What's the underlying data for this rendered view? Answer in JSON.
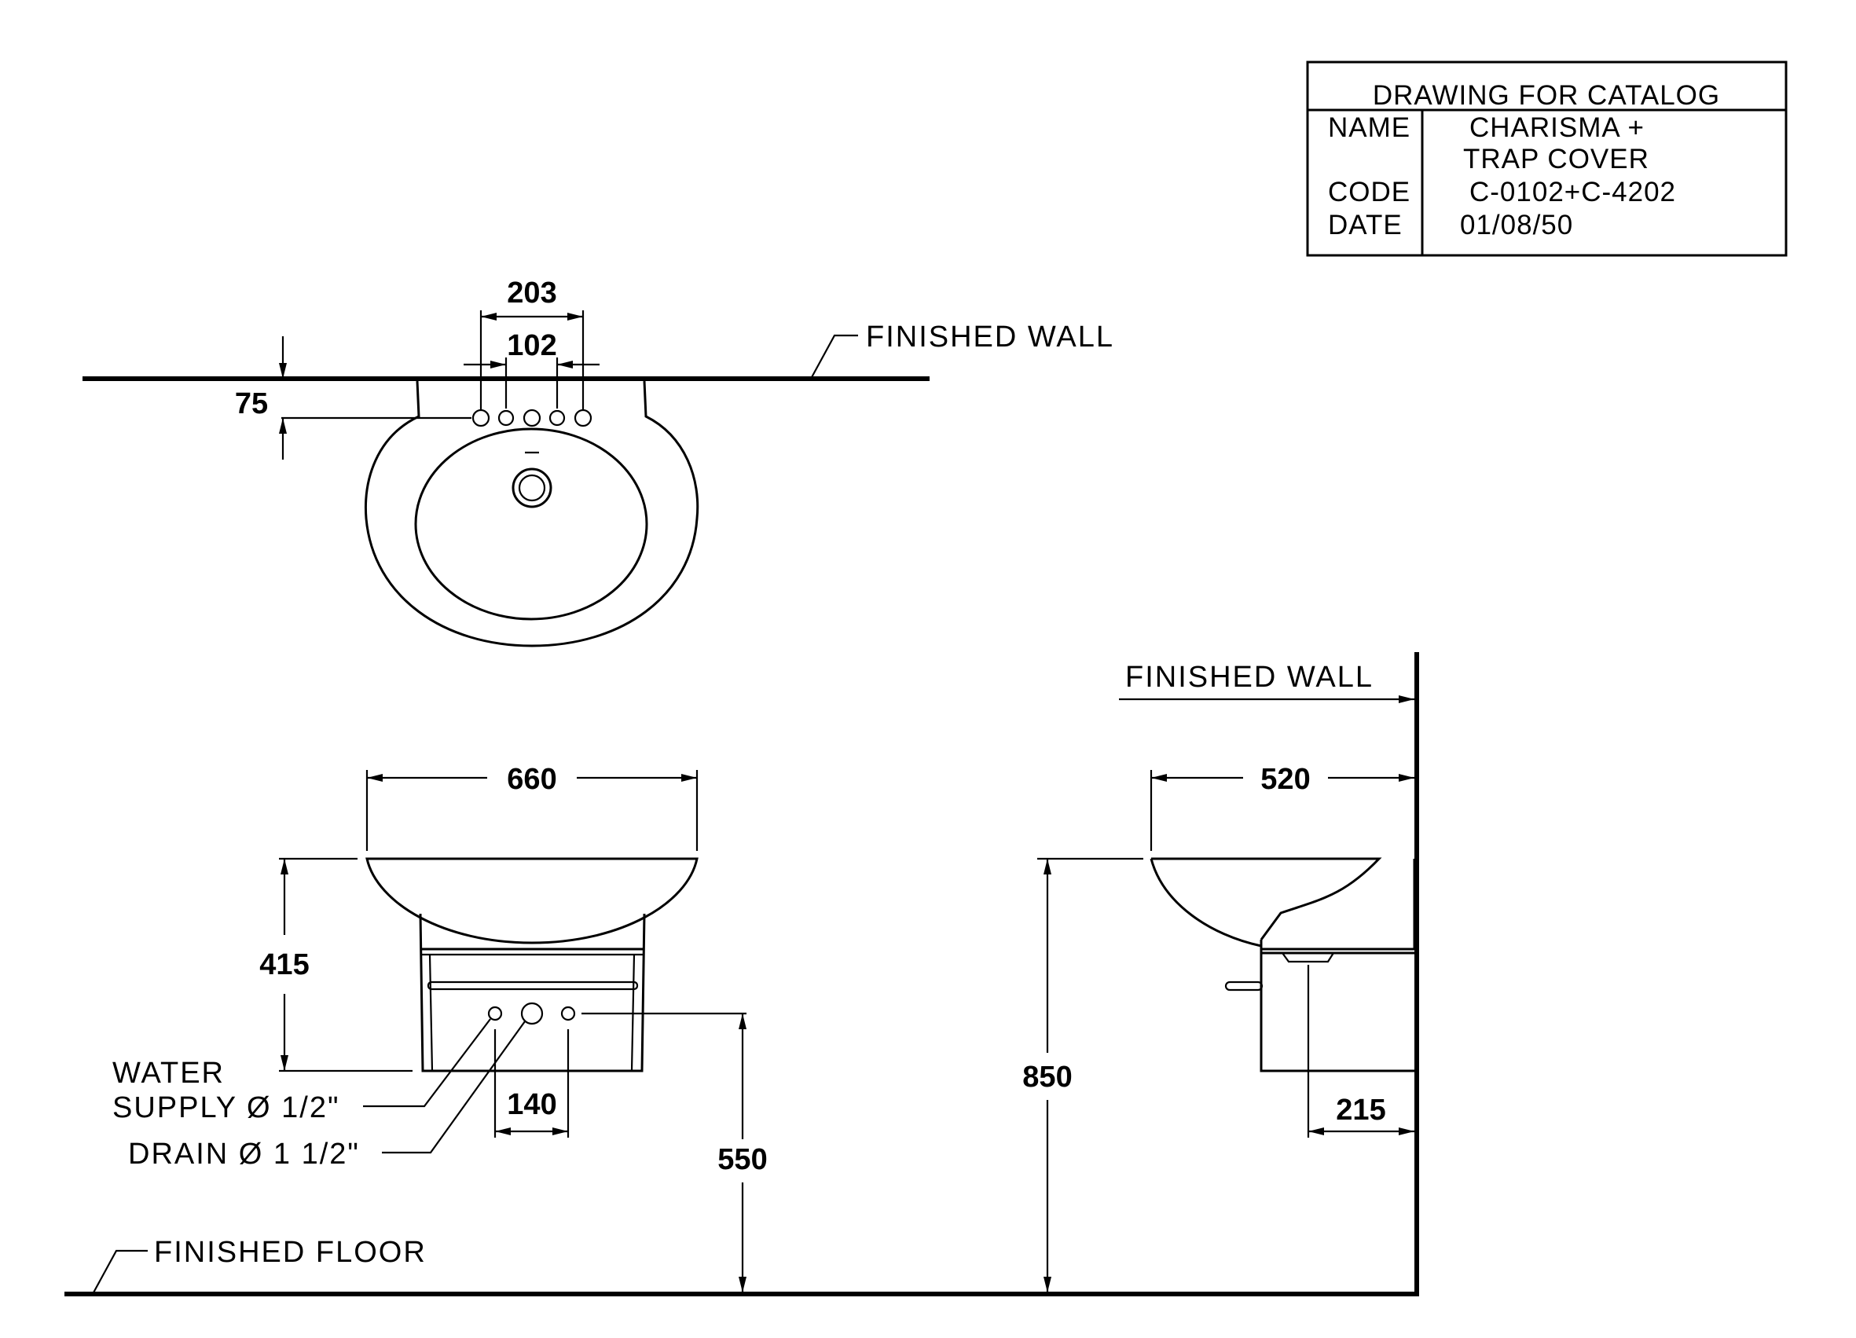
{
  "title_block": {
    "heading": "DRAWING FOR CATALOG",
    "name_label": "NAME",
    "name_value_1": "CHARISMA +",
    "name_value_2": "TRAP COVER",
    "code_label": "CODE",
    "code_value": "C-0102+C-4202",
    "date_label": "DATE",
    "date_value": "01/08/50"
  },
  "labels": {
    "finished_wall_top": "FINISHED WALL",
    "finished_wall_side": "FINISHED WALL",
    "finished_floor": "FINISHED FLOOR",
    "water_supply_1": "WATER",
    "water_supply_2": "SUPPLY Ø 1/2\"",
    "drain": "DRAIN Ø 1 1/2\""
  },
  "dimensions": {
    "d203": "203",
    "d102": "102",
    "d75": "75",
    "d660": "660",
    "d415": "415",
    "d140": "140",
    "d550": "550",
    "d520": "520",
    "d850": "850",
    "d215": "215"
  }
}
